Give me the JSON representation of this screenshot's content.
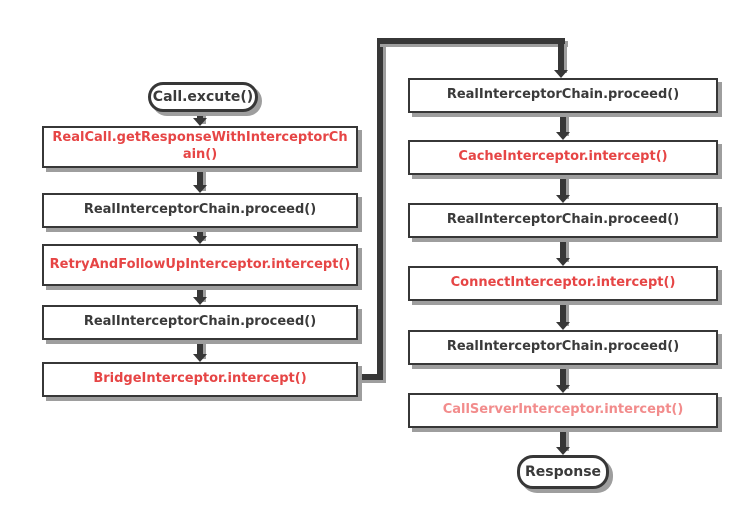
{
  "colors": {
    "red": "#e64545",
    "light_red": "#f28c8c",
    "line": "#373737",
    "shadow": "#9e9e9e",
    "text_dark": "#3a3a3a",
    "bg": "#ffffff",
    "node_bg": "#ffffff"
  },
  "flow": {
    "left": [
      {
        "label": "Call.excute()",
        "style": "pill"
      },
      {
        "label": "RealCall.getResponseWithInterceptorChain()",
        "style": "red"
      },
      {
        "label": "RealInterceptorChain.proceed()",
        "style": "dark"
      },
      {
        "label": "RetryAndFollowUpInterceptor.intercept()",
        "style": "red"
      },
      {
        "label": "RealInterceptorChain.proceed()",
        "style": "dark"
      },
      {
        "label": "BridgeInterceptor.intercept()",
        "style": "red"
      }
    ],
    "right": [
      {
        "label": "RealInterceptorChain.proceed()",
        "style": "dark"
      },
      {
        "label": "CacheInterceptor.intercept()",
        "style": "red"
      },
      {
        "label": "RealInterceptorChain.proceed()",
        "style": "dark"
      },
      {
        "label": "ConnectInterceptor.intercept()",
        "style": "red"
      },
      {
        "label": "RealInterceptorChain.proceed()",
        "style": "dark"
      },
      {
        "label": "CallServerInterceptor.intercept()",
        "style": "light_red"
      },
      {
        "label": "Response",
        "style": "pill"
      }
    ]
  }
}
